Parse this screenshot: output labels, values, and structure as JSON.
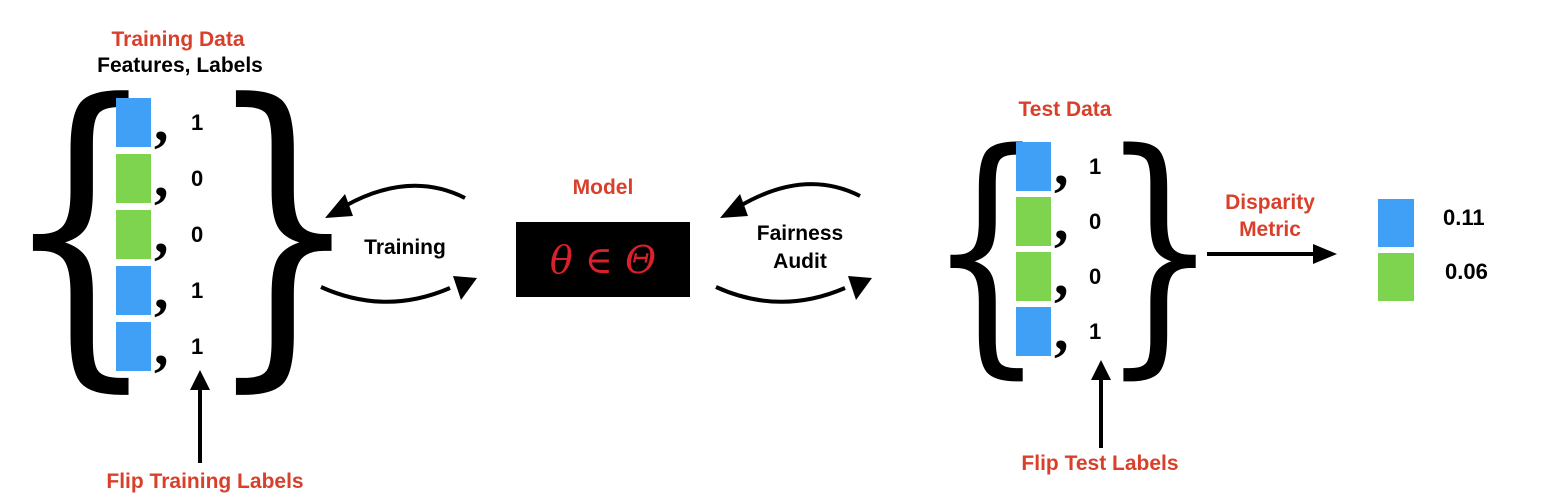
{
  "training": {
    "title": "Training Data",
    "subtitle": "Features, Labels",
    "rows": [
      {
        "color": "#3fa0f5",
        "label": "1"
      },
      {
        "color": "#7fd44f",
        "label": "0"
      },
      {
        "color": "#7fd44f",
        "label": "0"
      },
      {
        "color": "#3fa0f5",
        "label": "1"
      },
      {
        "color": "#3fa0f5",
        "label": "1"
      }
    ],
    "flip_label": "Flip Training Labels"
  },
  "model": {
    "title": "Model",
    "formula": "θ ∈ Θ"
  },
  "arrows": {
    "training_label": "Training",
    "audit_label_line1": "Fairness",
    "audit_label_line2": "Audit",
    "disparity_line1": "Disparity",
    "disparity_line2": "Metric"
  },
  "test": {
    "title": "Test Data",
    "rows": [
      {
        "color": "#3fa0f5",
        "label": "1"
      },
      {
        "color": "#7fd44f",
        "label": "0"
      },
      {
        "color": "#7fd44f",
        "label": "0"
      },
      {
        "color": "#3fa0f5",
        "label": "1"
      }
    ],
    "flip_label": "Flip Test Labels"
  },
  "metric": {
    "items": [
      {
        "color": "#3fa0f5",
        "value": "0.11"
      },
      {
        "color": "#7fd44f",
        "value": "0.06"
      }
    ]
  }
}
